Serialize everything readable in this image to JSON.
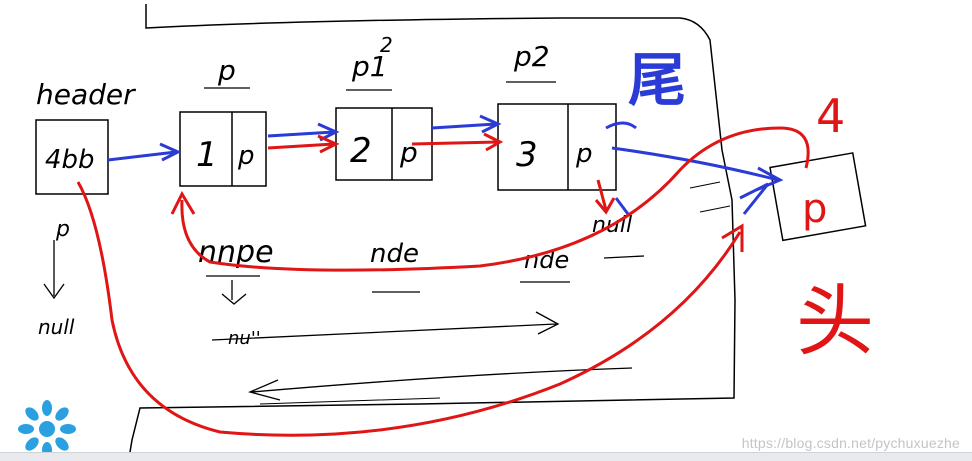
{
  "labels": {
    "header": "header",
    "header_value": "4bb",
    "header_p": "p",
    "header_null": "null",
    "node1_value": "1",
    "node1_pointer": "p",
    "node1_caption": "p",
    "node2_value": "2",
    "node2_pointer": "p",
    "node2_caption": "p1",
    "node2_caption_mark": "2",
    "node3_value": "3",
    "node3_pointer": "p",
    "node3_caption": "p2",
    "tail_char": "尾",
    "node3_null": "null",
    "new_node_pointer": "p",
    "new_node_value": "4",
    "head_char": "头",
    "bottom_label_1": "nnpe",
    "bottom_label_2": "nde",
    "bottom_label_3": "nde",
    "bottom_label_4": "nu''"
  },
  "watermark": "https://blog.csdn.net/pychuxuezhe",
  "colors": {
    "ink": "#000000",
    "red": "#e01515",
    "blue": "#2a3bd6",
    "logo": "#2aa0e0"
  }
}
